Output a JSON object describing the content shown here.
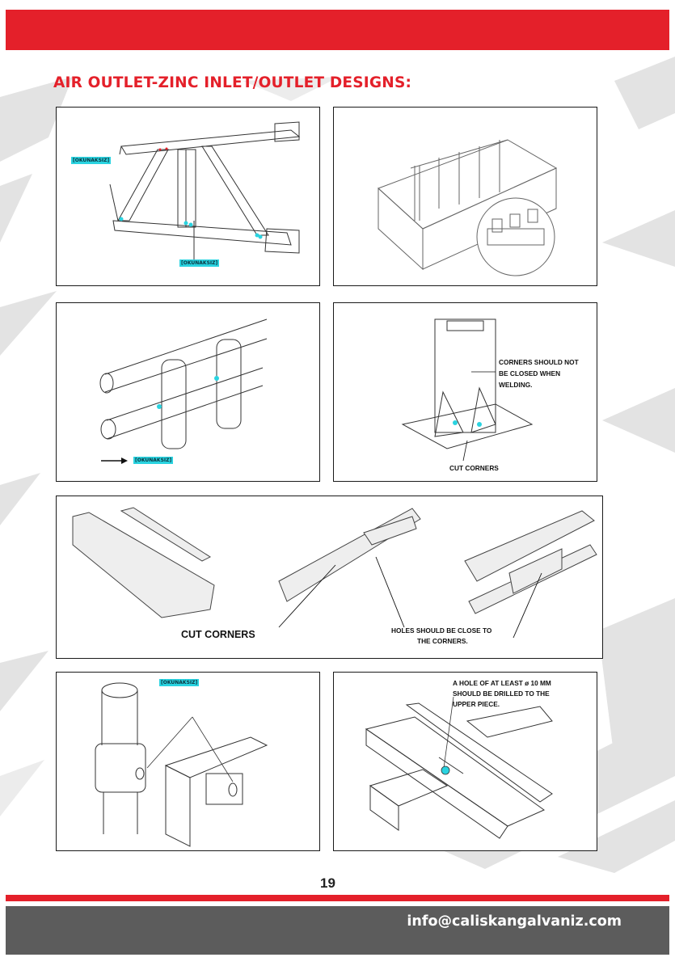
{
  "title": "AIR OUTLET-ZINC INLET/OUTLET DESIGNS:",
  "panels": {
    "truss": {
      "tag_left": "[OKUNAKSIZ]",
      "tag_bottom": "[OKUNAKSIZ]"
    },
    "tank": {},
    "pipes": {
      "tag": "[OKUNAKSIZ]"
    },
    "column_base": {
      "note_line1": "CORNERS SHOULD NOT",
      "note_line2": "BE CLOSED WHEN",
      "note_line3": "WELDING.",
      "cut_corners": "CUT CORNERS"
    },
    "beams": {
      "cut_corners": "CUT CORNERS",
      "holes_line1": "HOLES SHOULD BE CLOSE TO",
      "holes_line2": "THE CORNERS."
    },
    "tube_joint": {
      "tag": "[OKUNAKSIZ]"
    },
    "channel_cross": {
      "hole_line1": "A HOLE OF AT LEAST ø 10 MM",
      "hole_line2": "SHOULD BE DRILLED TO THE",
      "hole_line3": "UPPER PIECE."
    }
  },
  "page_number": "19",
  "footer_email": "info@caliskangalvaniz.com",
  "colors": {
    "brand_red": "#e4202a",
    "footer_gray": "#5c5c5c",
    "marker_blue": "#2ad3e0"
  }
}
